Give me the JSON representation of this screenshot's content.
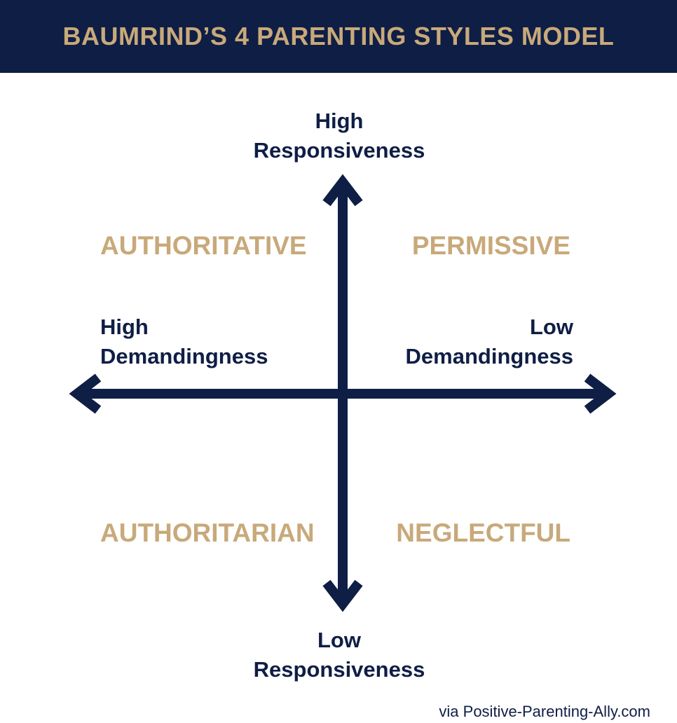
{
  "header": {
    "title": "BAUMRIND’S 4 PARENTING STYLES MODEL"
  },
  "axes": {
    "top": {
      "line1": "High",
      "line2": "Responsiveness"
    },
    "bottom": {
      "line1": "Low",
      "line2": "Responsiveness"
    },
    "left": {
      "line1": "High",
      "line2": "Demandingness"
    },
    "right": {
      "line1": "Low",
      "line2": "Demandingness"
    }
  },
  "quadrants": {
    "top_left": "AUTHORITATIVE",
    "top_right": "PERMISSIVE",
    "bottom_left": "AUTHORITARIAN",
    "bottom_right": "NEGLECTFUL"
  },
  "credit": "via Positive-Parenting-Ally.com",
  "colors": {
    "navy": "#0f1e45",
    "gold": "#c8a97a"
  }
}
